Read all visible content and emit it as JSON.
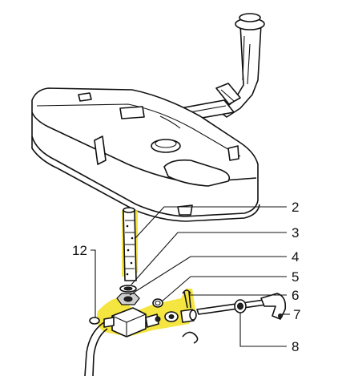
{
  "colors": {
    "ink": "#111111",
    "highlight": "#f2e01e",
    "background": "#ffffff"
  },
  "callouts": {
    "c2": "2",
    "c3": "3",
    "c4": "4",
    "c5": "5",
    "c6": "6",
    "c7": "7",
    "c8": "8",
    "c12": "12"
  }
}
